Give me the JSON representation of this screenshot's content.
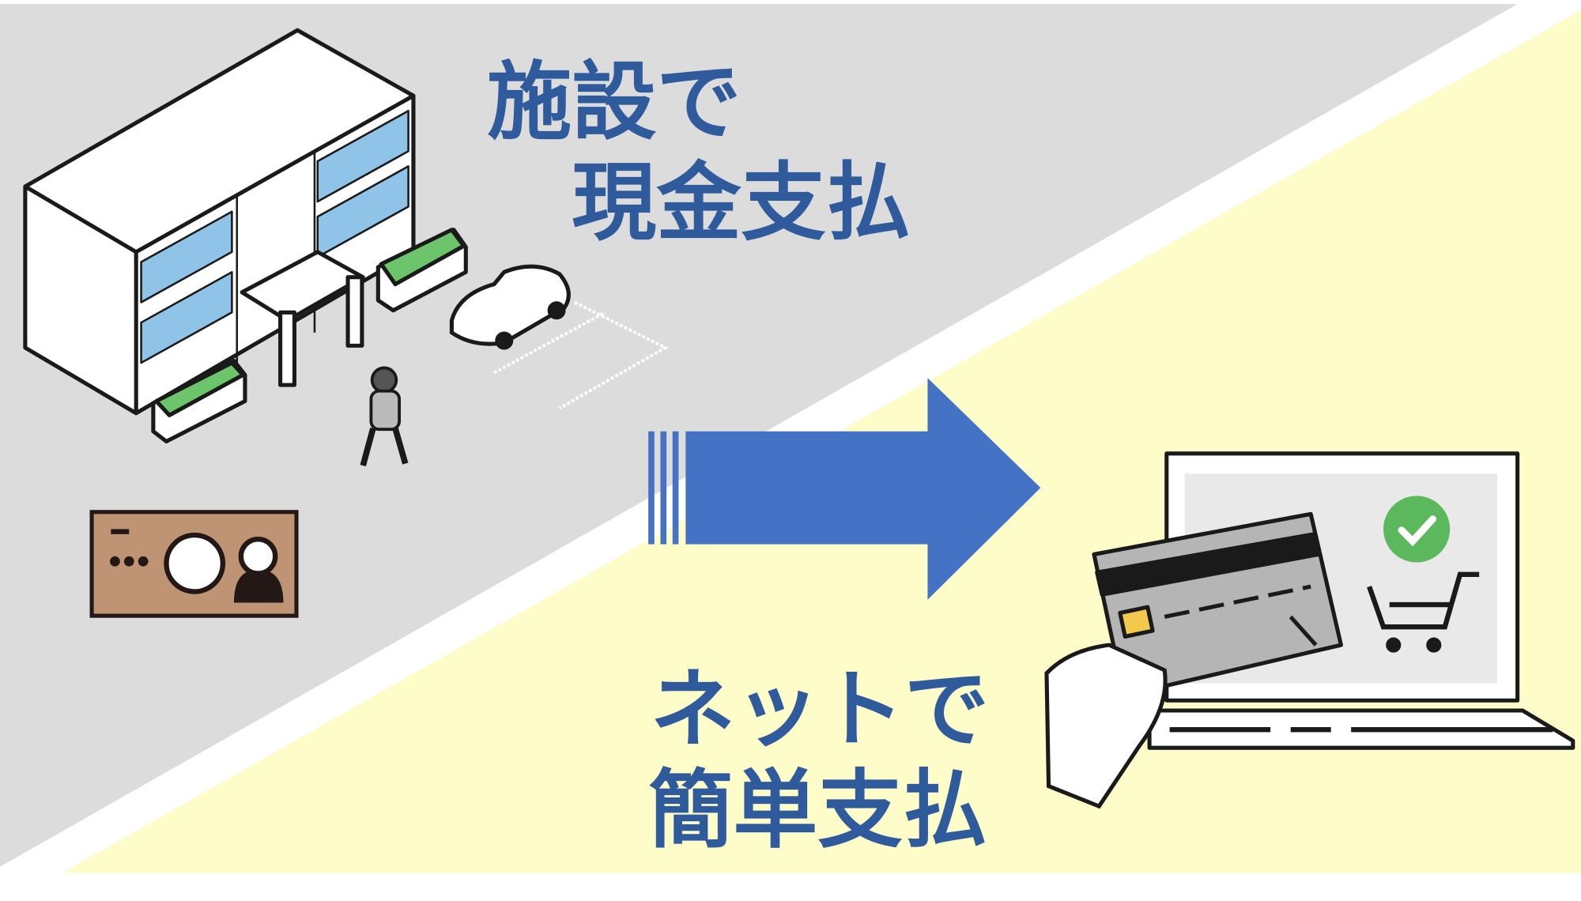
{
  "headline_top": {
    "line1": "施設で",
    "line2": "現金支払"
  },
  "headline_bottom": {
    "line1": "ネットで",
    "line2": "簡単支払"
  },
  "colors": {
    "text": "#2f5b9d",
    "arrow": "#4472c4",
    "gray_bg": "#dcdcdc",
    "yellow_bg": "#fefdc9",
    "plant_green": "#6cc56b",
    "window_blue": "#8fc4e8",
    "banknote": "#bf9474",
    "check_green": "#5cb85c"
  },
  "icons": [
    "building-icon",
    "car-icon",
    "pedestrian-icon",
    "banknote-icon",
    "arrow-right-icon",
    "laptop-icon",
    "credit-card-icon",
    "hand-icon",
    "check-icon",
    "cart-icon"
  ]
}
